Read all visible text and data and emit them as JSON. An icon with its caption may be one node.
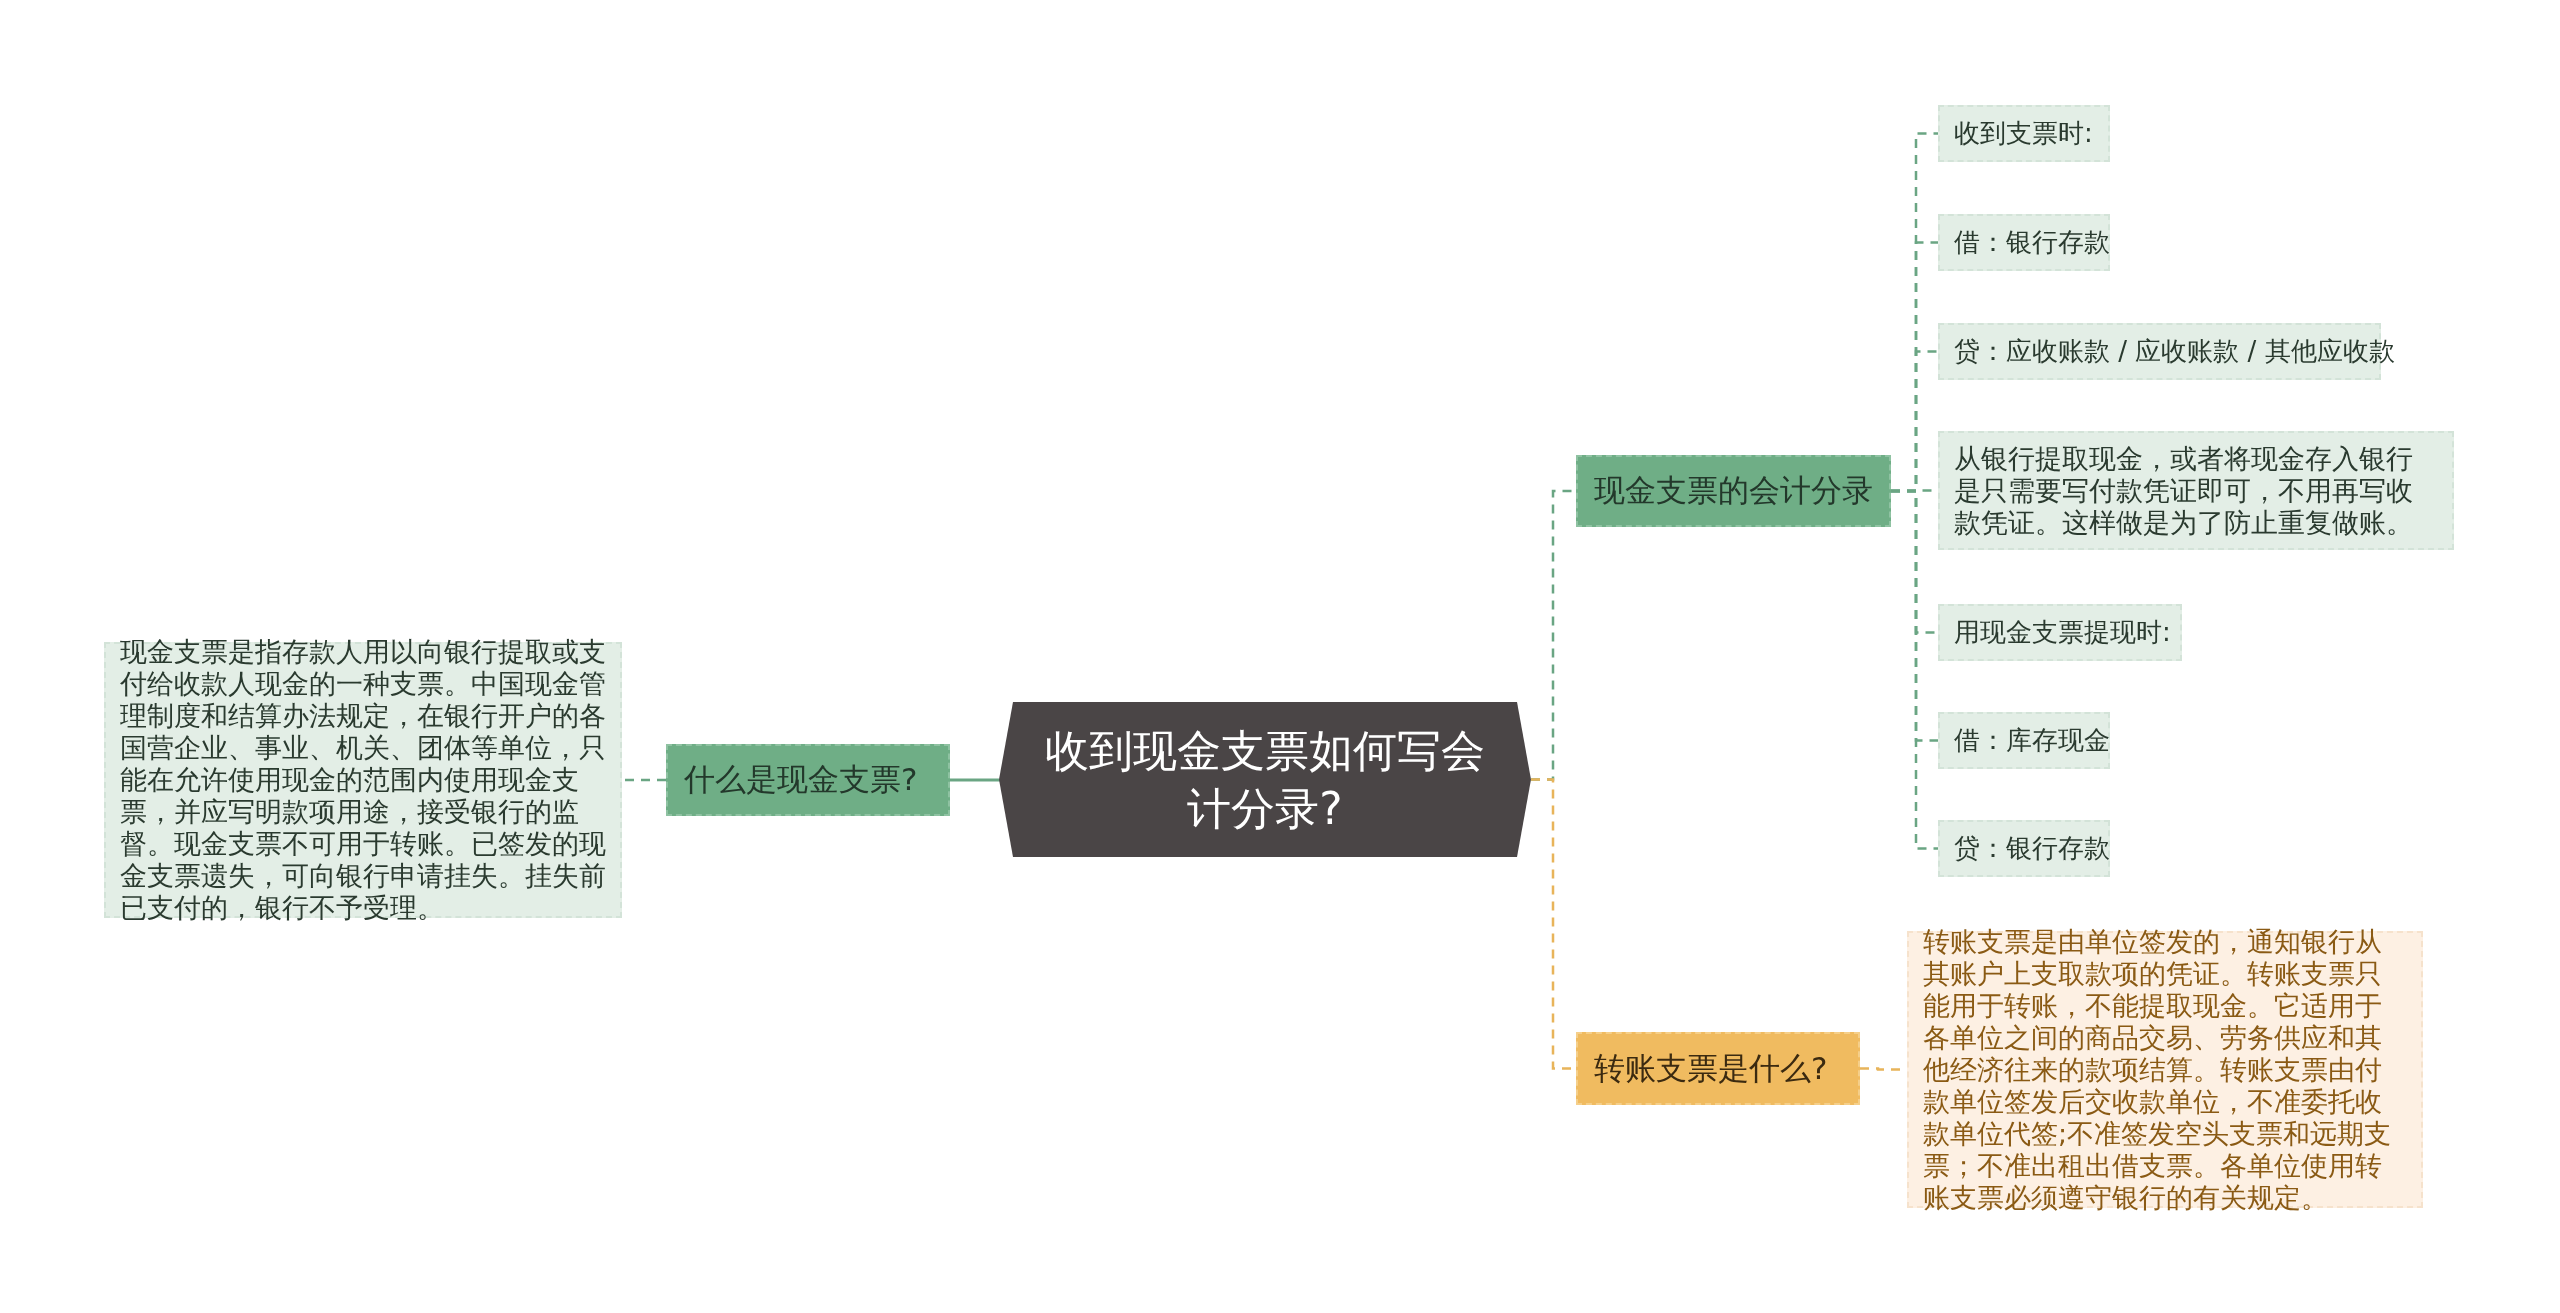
{
  "diagram": {
    "nodes": [
      {
        "text": [
          "收到现金支票如何写会计分录?"
        ]
      },
      {
        "text": [
          "什么是现金支票?"
        ]
      },
      {
        "text": [
          "现金支票是指存款人用以向银行提取或支付给收款人现金的一种支票。中国现金管理制度和结算办法规定，在银行开户的各国营企业、事业、机关、团体等单位，只能在允许使用现金的范围内使用现金支票，并应写明款项用途，接受银行的监督。现金支票不可用于转账。已签发的现金支票遗失，可向银行申请挂失。挂失前已支付的，银行不予受理。"
        ]
      },
      {
        "text": [
          "现金支票的会计分录"
        ]
      },
      {
        "text": [
          "收到支票时:"
        ]
      },
      {
        "text": [
          "借：银行存款"
        ]
      },
      {
        "text": [
          "贷：应收账款 / 应收账款 / 其他应收款"
        ]
      },
      {
        "text": [
          "从银行提取现金，或者将现金存入银行是只需要写付款凭证即可，不用再写收款凭证。这样做是为了防止重复做账。"
        ]
      },
      {
        "text": [
          "用现金支票提现时:"
        ]
      },
      {
        "text": [
          "借：库存现金"
        ]
      },
      {
        "text": [
          "贷：银行存款"
        ]
      },
      {
        "text": [
          "转账支票是什么?"
        ]
      },
      {
        "text": [
          "转账支票是由单位签发的，通知银行从其账户上支取款项的凭证。转账支票只能用于转账，不能提取现金。它适用于各单位之间的商品交易、劳务供应和其他经济往来的款项结算。转账支票由付款单位签发后交收款单位，不准委托收款单位代签;不准签发空头支票和远期支票；不准出租出借支票。各单位使用转账支票必须遵守银行的有关规定。"
        ]
      }
    ],
    "edges": [
      {
        "from": 0,
        "to": 1,
        "arrow": "none"
      },
      {
        "from": 1,
        "to": 2,
        "arrow": "none",
        "style": "dashed"
      },
      {
        "from": 0,
        "to": 3,
        "arrow": "none",
        "style": "dashed"
      },
      {
        "from": 3,
        "to": 4,
        "arrow": "none",
        "style": "dashed"
      },
      {
        "from": 3,
        "to": 5,
        "arrow": "none",
        "style": "dashed"
      },
      {
        "from": 3,
        "to": 6,
        "arrow": "none",
        "style": "dashed"
      },
      {
        "from": 3,
        "to": 7,
        "arrow": "none",
        "style": "dashed"
      },
      {
        "from": 3,
        "to": 8,
        "arrow": "none",
        "style": "dashed"
      },
      {
        "from": 3,
        "to": 9,
        "arrow": "none",
        "style": "dashed"
      },
      {
        "from": 3,
        "to": 10,
        "arrow": "none",
        "style": "dashed"
      },
      {
        "from": 0,
        "to": 11,
        "arrow": "none",
        "style": "dashed",
        "color": "#e8b45a"
      },
      {
        "from": 11,
        "to": 12,
        "arrow": "none",
        "style": "dashed",
        "color": "#e8b45a"
      }
    ]
  }
}
